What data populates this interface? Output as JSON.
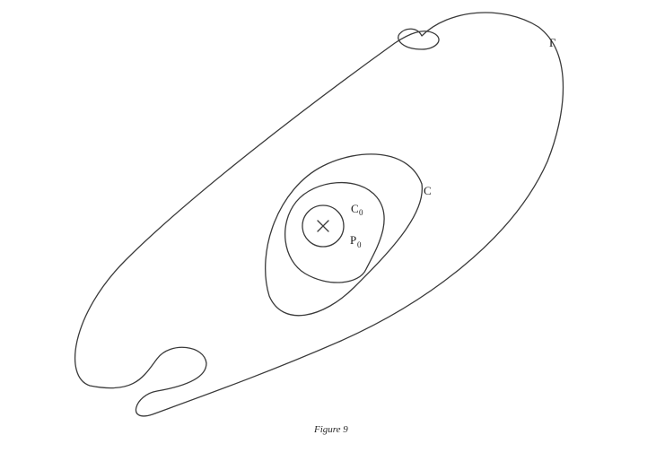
{
  "figure": {
    "caption": "Figure 9",
    "labels": {
      "gamma": "Γ",
      "c": "C",
      "c0_main": "C",
      "c0_sub": "0",
      "p0_main": "P",
      "p0_sub": "0"
    },
    "center_mark": "×",
    "colors": {
      "background": "#ffffff",
      "stroke": "#3a3a3a",
      "text": "#1a1a1a"
    }
  }
}
